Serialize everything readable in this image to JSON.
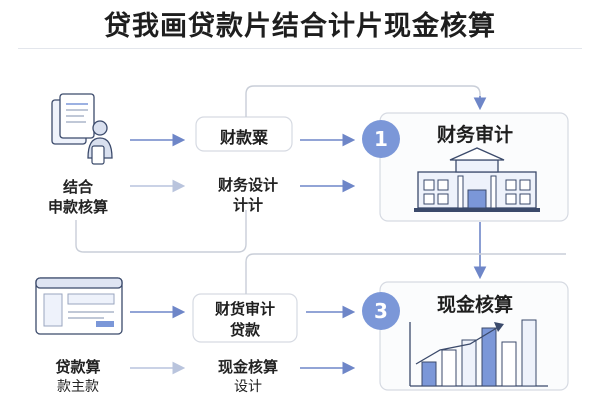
{
  "title": "贷我画贷款片结合计片现金核算",
  "flow": {
    "row1": {
      "left_label_line1": "结合",
      "left_label_line2": "申款核算",
      "mid_box": "财款粟",
      "mid_text_line1": "财务设计",
      "mid_text_line2": "计计",
      "badge": "1",
      "panel_title": "财务审计"
    },
    "row2": {
      "left_label_line1": "贷款算",
      "left_label_line2": "款主款",
      "mid_box_line1": "财货审计",
      "mid_box_line2": "贷款",
      "mid_text_line1": "现金核算",
      "mid_text_line2": "设计",
      "badge": "3",
      "panel_title": "现金核算"
    }
  },
  "colors": {
    "accent": "#7b97d8",
    "arrow": "#6e86c8",
    "arrow_light": "#b9c4dd",
    "connector": "#c9ced8",
    "panel_border": "#d6dae2",
    "building": "#3b4a6b",
    "bar_fill": "#7b97d8"
  },
  "icons": {
    "row1_left": "document-person-icon",
    "row2_left": "browser-window-icon",
    "row1_panel": "bank-building-icon",
    "row2_panel": "bar-chart-icon"
  }
}
